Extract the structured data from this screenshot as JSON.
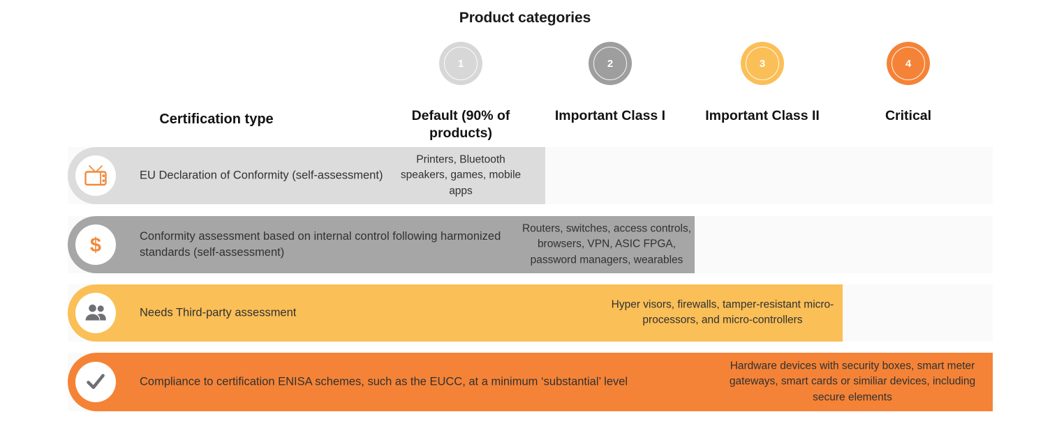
{
  "header": {
    "title": "Product categories",
    "certification_type_label": "Certification type"
  },
  "categories": [
    {
      "number": "1",
      "label": "Default (90% of products)",
      "color": "#d7d7d7"
    },
    {
      "number": "2",
      "label": "Important Class I",
      "color": "#9e9e9e"
    },
    {
      "number": "3",
      "label": "Important Class II",
      "color": "#fbbf57"
    },
    {
      "number": "4",
      "label": "Critical",
      "color": "#f58337"
    }
  ],
  "rows": [
    {
      "icon": "tv-icon",
      "color": "#dcdcdc",
      "description": "EU Declaration of Conformity (self-assessment)",
      "items": "Printers, Bluetooth speakers, games, mobile apps"
    },
    {
      "icon": "dollar-icon",
      "color": "#a6a6a6",
      "description": "Conformity assessment based on internal control following harmonized standards (self-assessment)",
      "items": "Routers, switches, access controls, browsers, VPN, ASIC FPGA, password managers, wearables"
    },
    {
      "icon": "people-icon",
      "color": "#fbbf57",
      "description": "Needs Third-party assessment",
      "items": "Hyper visors, firewalls, tamper-resistant micro-processors, and micro-controllers"
    },
    {
      "icon": "check-icon",
      "color": "#f58337",
      "description": "Compliance to certification ENISA schemes, such as the EUCC, at a minimum ‘substantial’ level",
      "items": "Hardware devices with security boxes, smart meter gateways, smart cards or similiar devices, including secure elements"
    }
  ],
  "colors": {
    "row_background": "#fafafa",
    "accent_orange": "#f58337",
    "accent_amber": "#fbbf57",
    "icon_gray": "#6e7073",
    "text_dark": "#2f3133"
  }
}
